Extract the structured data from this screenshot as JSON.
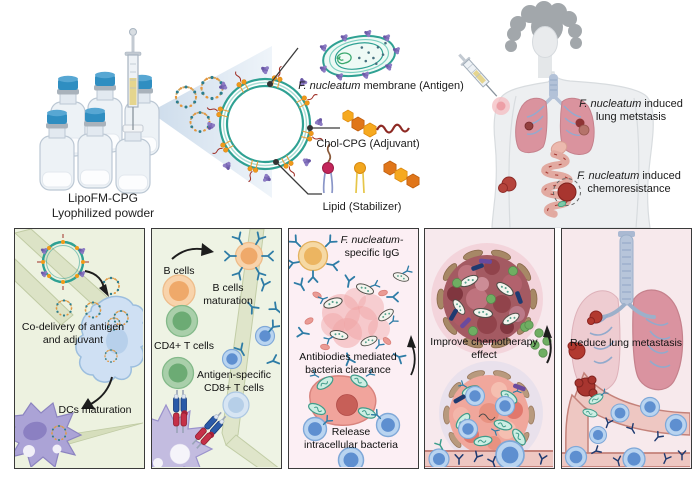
{
  "top": {
    "vials": {
      "caption_line1": "LipoFM-CPG",
      "caption_line2": "Lyophilized powder"
    },
    "liposome": {
      "antigen_label_italic": "F. nucleatum",
      "antigen_label_rest": " membrane (Antigen)",
      "adjuvant_label": "Chol-CPG (Adjuvant)",
      "stabilizer_label": "Lipid (Stabilizer)"
    },
    "patient": {
      "lung_label_italic": "F. nucleatum",
      "lung_label_rest": " induced",
      "lung_label_line2": "lung metstasis",
      "chemo_label_italic": "F. nucleatum",
      "chemo_label_rest": " induced",
      "chemo_label_line2": "chemoresistance"
    }
  },
  "panels": {
    "p1": {
      "codelivery_line1": "Co-delivery of antigen",
      "codelivery_line2": "and adjuvant",
      "dcs_maturation": "DCs maturation"
    },
    "p2": {
      "b_cells": "B cells",
      "b_maturation_line1": "B cells",
      "b_maturation_line2": "maturation",
      "cd4_t_cells": "CD4+ T cells",
      "cd8_line1": "Antigen-specific",
      "cd8_line2": "CD8+ T cells"
    },
    "p3": {
      "igg_line1_italic": "F. nucleatum-",
      "igg_line2": "specific IgG",
      "clearance_line1": "Antibiodies mediated",
      "clearance_line2": "bacteria clearance",
      "release_line1": "Release",
      "release_line2": "intracellular bacteria"
    },
    "p4": {
      "chemo_line1": "Improve chemotherapy",
      "chemo_line2": "effect"
    },
    "p5": {
      "reduce_label": "Reduce lung metastasis"
    }
  },
  "colors": {
    "membrane_teal": "#2fa193",
    "antigen_purple": "#7a68b5",
    "lipid_orange": "#f29a1e",
    "cpg_dark_red": "#8e2a24",
    "antibody_blue": "#2e7ca6",
    "vial_cap_blue": "#2f8ec1",
    "panel_green_bg": "#edf2e0",
    "panel_pink_bg": "#fceff4",
    "chemo_drug_green": "#6fae62",
    "tumor_red": "#b03a35"
  }
}
